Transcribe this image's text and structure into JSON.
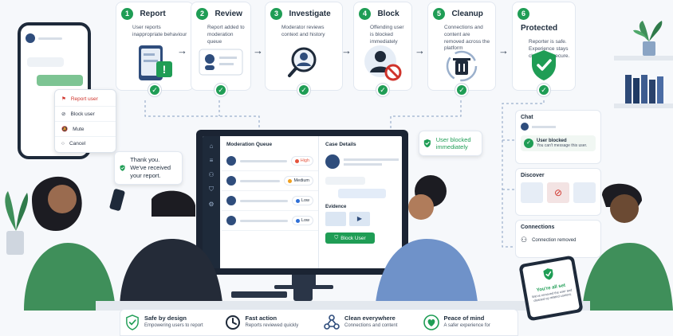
{
  "steps": [
    {
      "num": "1",
      "title": "Report",
      "desc": "User reports inappropriate behaviour"
    },
    {
      "num": "2",
      "title": "Review",
      "desc": "Report added to moderation queue"
    },
    {
      "num": "3",
      "title": "Investigate",
      "desc": "Moderator reviews context and history"
    },
    {
      "num": "4",
      "title": "Block",
      "desc": "Offending user is blocked immediately"
    },
    {
      "num": "5",
      "title": "Cleanup",
      "desc": "Connections and content are removed across the platform"
    },
    {
      "num": "6",
      "title": "Protected",
      "desc": "Reporter is safe. Experience stays clean and secure."
    }
  ],
  "report_menu": {
    "items": [
      "Report user",
      "Block user",
      "Mute",
      "Cancel"
    ]
  },
  "thank_you_toast": {
    "text": "Thank you. We've received your report."
  },
  "blocked_toast": {
    "text": "User blocked immediately"
  },
  "dashboard": {
    "queue_title": "Moderation Queue",
    "case_title": "Case Details",
    "queue_items": [
      {
        "priority": "High",
        "color": "#e5533d"
      },
      {
        "priority": "Medium",
        "color": "#f0a020"
      },
      {
        "priority": "Low",
        "color": "#2f6fd6"
      },
      {
        "priority": "Low",
        "color": "#2f6fd6"
      }
    ],
    "evidence_label": "Evidence",
    "block_button": "Block User"
  },
  "side_panels": {
    "chat": {
      "title": "Chat",
      "status": "User blocked",
      "sub": "You can't message this user."
    },
    "discover": {
      "title": "Discover"
    },
    "connections": {
      "title": "Connections",
      "status": "Connection removed"
    }
  },
  "tablet": {
    "title": "You're all set",
    "sub": "We've removed the user and cleaned up related content."
  },
  "features": [
    {
      "title": "Safe by design",
      "desc": "Empowering users to report",
      "icon": "shield-icon"
    },
    {
      "title": "Fast action",
      "desc": "Reports reviewed quickly",
      "icon": "clock-icon"
    },
    {
      "title": "Clean everywhere",
      "desc": "Connections and content",
      "icon": "network-icon"
    },
    {
      "title": "Peace of mind",
      "desc": "A safer experience for",
      "icon": "heart-icon"
    }
  ],
  "colors": {
    "brand_green": "#1f9d55",
    "alert_red": "#d0342c",
    "navy": "#1b2433"
  }
}
